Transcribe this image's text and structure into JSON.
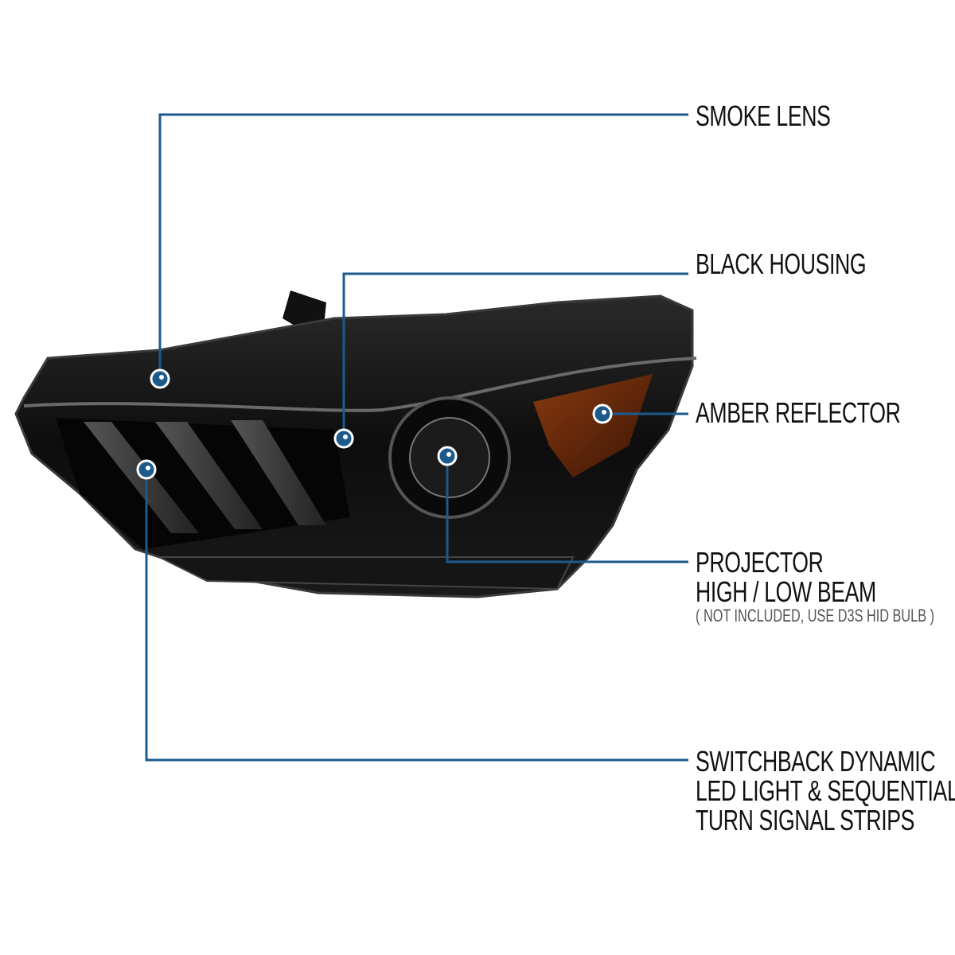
{
  "accent_color": "#1d5a8c",
  "callouts": [
    {
      "id": "smoke-lens",
      "lines": [
        "SMOKE LENS"
      ]
    },
    {
      "id": "black-housing",
      "lines": [
        "BLACK HOUSING"
      ]
    },
    {
      "id": "amber-reflector",
      "lines": [
        "AMBER REFLECTOR"
      ]
    },
    {
      "id": "projector",
      "lines": [
        "PROJECTOR",
        "HIGH / LOW BEAM"
      ],
      "note": "( NOT INCLUDED, USE  D3S HID  BULB )"
    },
    {
      "id": "switchback",
      "lines": [
        "SWITCHBACK DYNAMIC",
        "LED LIGHT & SEQUENTIAL",
        "TURN SIGNAL STRIPS"
      ]
    }
  ]
}
